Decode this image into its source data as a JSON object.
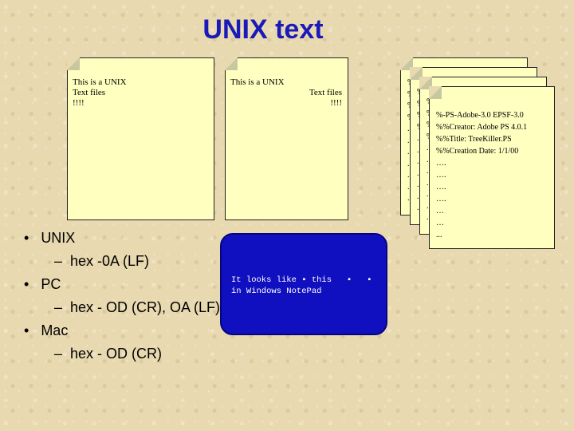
{
  "title": "UNIX text",
  "note_left": {
    "lines": [
      "This is a UNIX",
      "Text files",
      "!!!!"
    ]
  },
  "note_middle": {
    "lines": [
      "This is a UNIX",
      "Text files",
      "!!!!"
    ]
  },
  "stack": {
    "ps_lines": [
      "%-PS-Adobe-3.0 EPSF-3.0",
      "%%Creator: Adobe PS 4.0.1",
      "%%Title: TreeKiller.PS",
      "%%Creation Date: 1/1/00",
      "….",
      "….",
      "….",
      "….",
      "…",
      "…",
      "..."
    ],
    "edge_marks": [
      "%",
      "%",
      "%",
      "%",
      ".",
      ".",
      ".",
      ".",
      ".",
      ".",
      "..."
    ]
  },
  "bullets": [
    {
      "label": "UNIX",
      "sub": "hex -0A (LF)"
    },
    {
      "label": "PC",
      "sub": "hex - OD (CR), OA (LF)"
    },
    {
      "label": "Mac",
      "sub": "hex - OD (CR)"
    }
  ],
  "notepad": {
    "line1": "It looks like ▪ this   ▪   ▪",
    "line2": "in Windows NotePad"
  }
}
